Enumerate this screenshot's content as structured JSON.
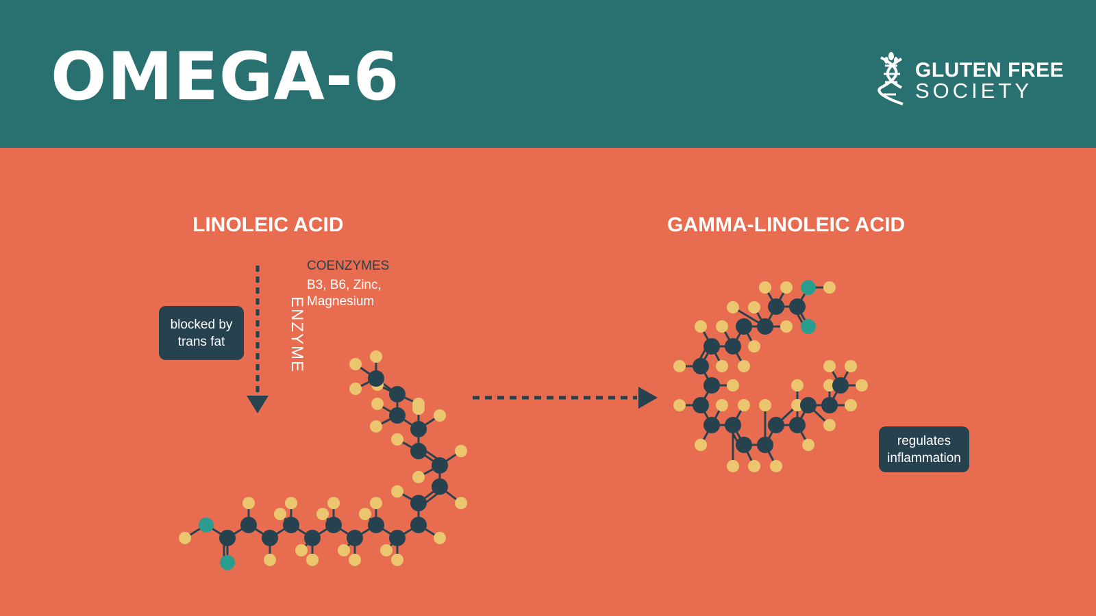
{
  "header": {
    "title": "OMEGA-6",
    "brand_line1": "GLUTEN FREE",
    "brand_line2": "SOCIETY"
  },
  "left": {
    "heading": "LINOLEIC ACID",
    "enzyme_label": "ENZYME",
    "coenzymes_title": "COENZYMES",
    "coenzymes_list": "B3, B6, Zinc, Magnesium",
    "callout": "blocked by trans fat"
  },
  "right": {
    "heading": "GAMMA-LINOLEIC ACID",
    "callout": "regulates inflammation"
  },
  "colors": {
    "header_bg": "#287170",
    "body_bg": "#e86d50",
    "carbon": "#27424f",
    "hydrogen": "#ecc66f",
    "oxygen": "#2a9d8f",
    "text_dark": "#27424f",
    "text_light": "#ffffff"
  }
}
